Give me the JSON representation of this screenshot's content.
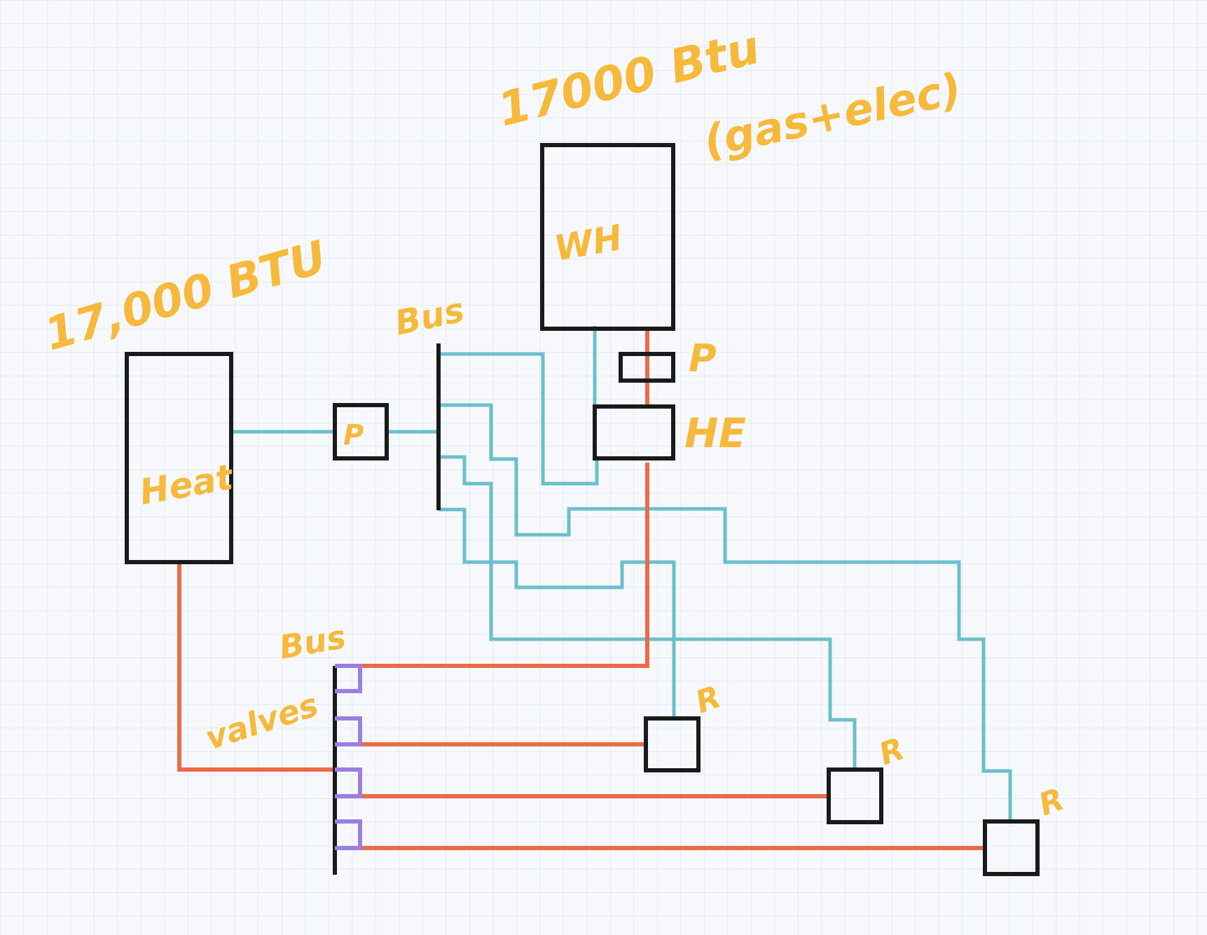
{
  "labels": {
    "wh_rating": "17000 Btu",
    "wh_fuel": "(gas+elec)",
    "heat_rating": "17,000 BTU",
    "water_heater": "WH",
    "heater": "Heat",
    "pump_heater": "P",
    "pump_wh": "P",
    "heat_exchanger": "HE",
    "supply_bus": "Bus",
    "return_bus": "Bus",
    "valves": "valves",
    "radiator_1": "R",
    "radiator_2": "R",
    "radiator_3": "R"
  },
  "colors": {
    "paper": "#f7f8fb",
    "grid": "#c9d8ee",
    "ink": "#1a1a1a",
    "annotation": "#f6b93b",
    "supply_line": "#6bbfcc",
    "return_line": "#ea6a4a",
    "valve": "#9b7fe0"
  }
}
